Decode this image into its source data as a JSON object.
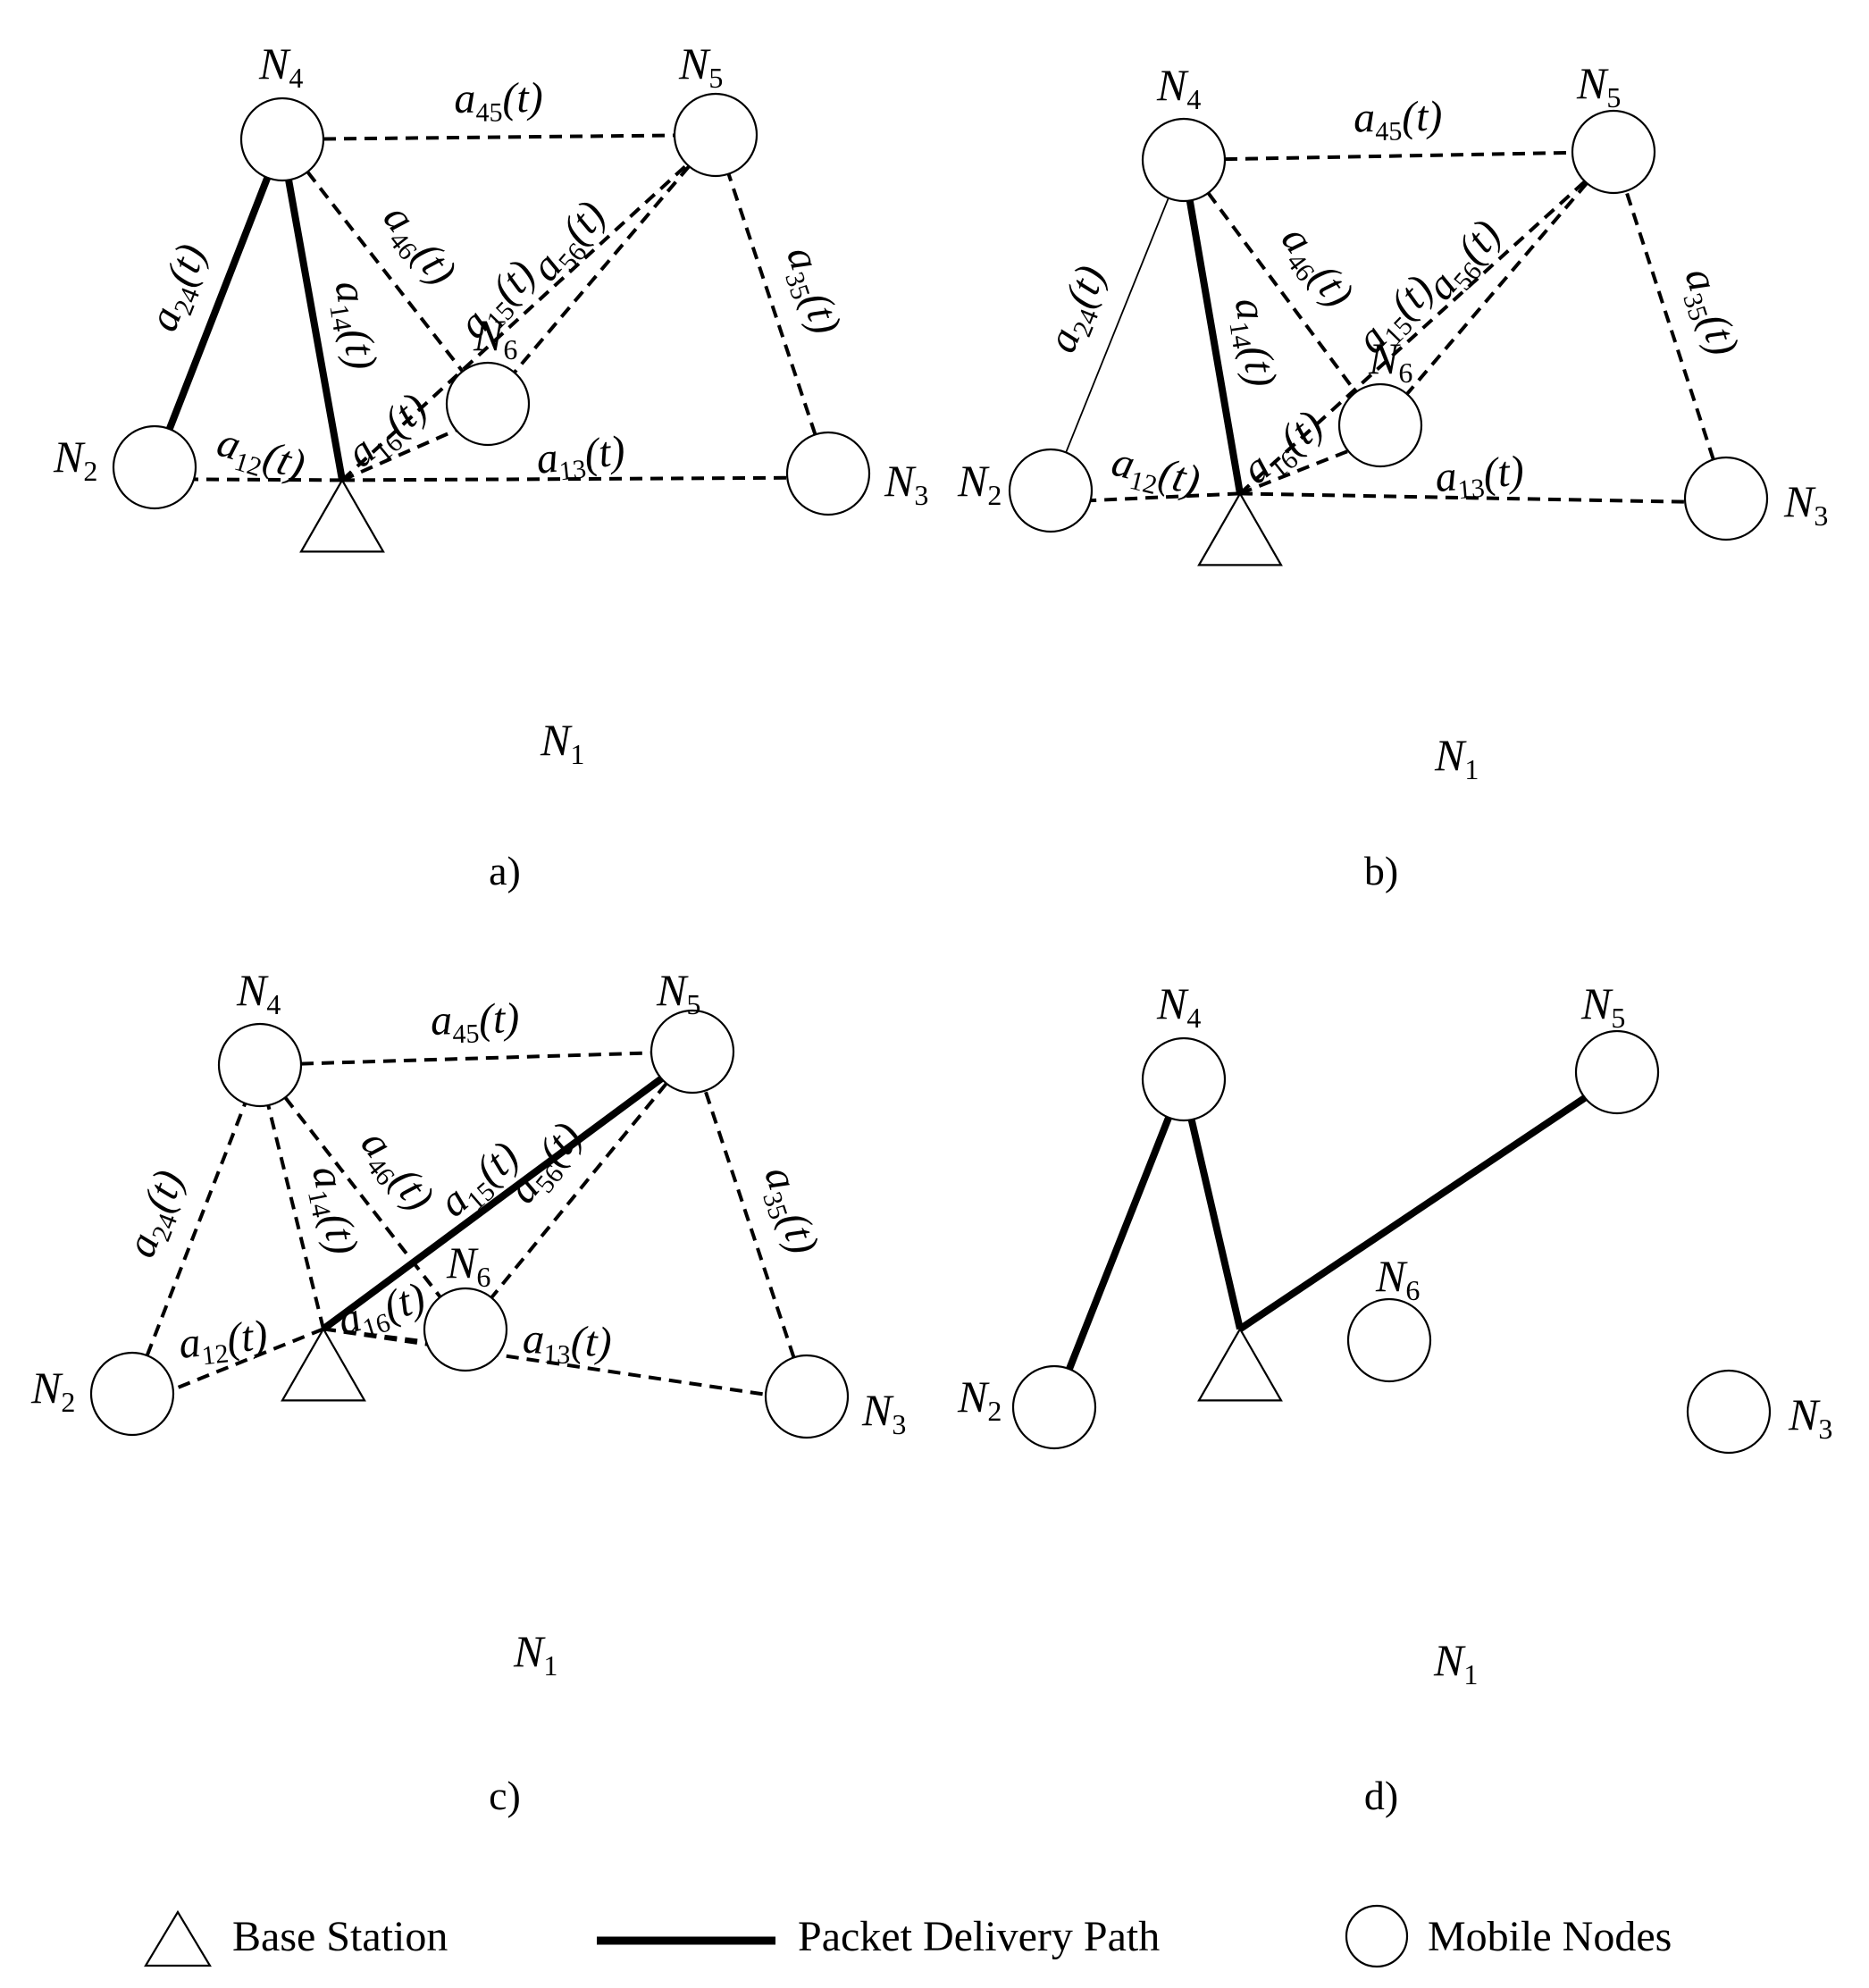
{
  "diagram": {
    "panels": [
      {
        "caption": "a)",
        "node_names": {
          "N1": "N",
          "N2": "N",
          "N3": "N",
          "N4": "N",
          "N5": "N",
          "N6": "N"
        },
        "node_subs": {
          "N1": "1",
          "N2": "2",
          "N3": "3",
          "N4": "4",
          "N5": "5",
          "N6": "6"
        },
        "edges": [
          {
            "id": "e12",
            "from": "N1",
            "to": "N2",
            "style": "dashed",
            "label": "a",
            "sub": "12",
            "arg": "(t)"
          },
          {
            "id": "e13",
            "from": "N1",
            "to": "N3",
            "style": "dashed",
            "label": "a",
            "sub": "13",
            "arg": "(t)"
          },
          {
            "id": "e14",
            "from": "N1",
            "to": "N4",
            "style": "path",
            "label": "a",
            "sub": "14",
            "arg": "(t)"
          },
          {
            "id": "e15",
            "from": "N1",
            "to": "N5",
            "style": "dashed",
            "label": "a",
            "sub": "15",
            "arg": "(t)"
          },
          {
            "id": "e16",
            "from": "N1",
            "to": "N6",
            "style": "dashed",
            "label": "a",
            "sub": "16",
            "arg": "(t)"
          },
          {
            "id": "e24",
            "from": "N2",
            "to": "N4",
            "style": "path",
            "label": "a",
            "sub": "24",
            "arg": "(t)"
          },
          {
            "id": "e35",
            "from": "N3",
            "to": "N5",
            "style": "dashed",
            "label": "a",
            "sub": "35",
            "arg": "(t)"
          },
          {
            "id": "e45",
            "from": "N4",
            "to": "N5",
            "style": "dashed",
            "label": "a",
            "sub": "45",
            "arg": "(t)"
          },
          {
            "id": "e46",
            "from": "N4",
            "to": "N6",
            "style": "dashed",
            "label": "a",
            "sub": "46",
            "arg": "(t)"
          },
          {
            "id": "e56",
            "from": "N5",
            "to": "N6",
            "style": "dashed",
            "label": "a",
            "sub": "56",
            "arg": "(t)"
          }
        ]
      },
      {
        "caption": "b)",
        "node_names": {
          "N1": "N",
          "N2": "N",
          "N3": "N",
          "N4": "N",
          "N5": "N",
          "N6": "N"
        },
        "node_subs": {
          "N1": "1",
          "N2": "2",
          "N3": "3",
          "N4": "4",
          "N5": "5",
          "N6": "6"
        },
        "edges": [
          {
            "id": "e12",
            "from": "N1",
            "to": "N2",
            "style": "dashed",
            "label": "a",
            "sub": "12",
            "arg": "(t)"
          },
          {
            "id": "e13",
            "from": "N1",
            "to": "N3",
            "style": "dashed",
            "label": "a",
            "sub": "13",
            "arg": "(t)"
          },
          {
            "id": "e14",
            "from": "N1",
            "to": "N4",
            "style": "path",
            "label": "a",
            "sub": "14",
            "arg": "(t)"
          },
          {
            "id": "e15",
            "from": "N1",
            "to": "N5",
            "style": "dashed",
            "label": "a",
            "sub": "15",
            "arg": "(t)"
          },
          {
            "id": "e16",
            "from": "N1",
            "to": "N6",
            "style": "dashed",
            "label": "a",
            "sub": "16",
            "arg": "(t)"
          },
          {
            "id": "e24",
            "from": "N2",
            "to": "N4",
            "style": "thin",
            "label": "a",
            "sub": "24",
            "arg": "(t)"
          },
          {
            "id": "e35",
            "from": "N3",
            "to": "N5",
            "style": "dashed",
            "label": "a",
            "sub": "35",
            "arg": "(t)"
          },
          {
            "id": "e45",
            "from": "N4",
            "to": "N5",
            "style": "dashed",
            "label": "a",
            "sub": "45",
            "arg": "(t)"
          },
          {
            "id": "e46",
            "from": "N4",
            "to": "N6",
            "style": "dashed",
            "label": "a",
            "sub": "46",
            "arg": "(t)"
          },
          {
            "id": "e56",
            "from": "N5",
            "to": "N6",
            "style": "dashed",
            "label": "a",
            "sub": "56",
            "arg": "(t)"
          }
        ]
      },
      {
        "caption": "c)",
        "node_names": {
          "N1": "N",
          "N2": "N",
          "N3": "N",
          "N4": "N",
          "N5": "N",
          "N6": "N"
        },
        "node_subs": {
          "N1": "1",
          "N2": "2",
          "N3": "3",
          "N4": "4",
          "N5": "5",
          "N6": "6"
        },
        "edges": [
          {
            "id": "e12",
            "from": "N1",
            "to": "N2",
            "style": "dashed",
            "label": "a",
            "sub": "12",
            "arg": "(t)"
          },
          {
            "id": "e13",
            "from": "N1",
            "to": "N3",
            "style": "dashed",
            "label": "a",
            "sub": "13",
            "arg": "(t)"
          },
          {
            "id": "e14",
            "from": "N1",
            "to": "N4",
            "style": "dashed",
            "label": "a",
            "sub": "14",
            "arg": "(t)"
          },
          {
            "id": "e15",
            "from": "N1",
            "to": "N5",
            "style": "path",
            "label": "a",
            "sub": "15",
            "arg": "(t)"
          },
          {
            "id": "e16",
            "from": "N1",
            "to": "N6",
            "style": "dashed",
            "label": "a",
            "sub": "16",
            "arg": "(t)"
          },
          {
            "id": "e24",
            "from": "N2",
            "to": "N4",
            "style": "dashed",
            "label": "a",
            "sub": "24",
            "arg": "(t)"
          },
          {
            "id": "e35",
            "from": "N3",
            "to": "N5",
            "style": "dashed",
            "label": "a",
            "sub": "35",
            "arg": "(t)"
          },
          {
            "id": "e45",
            "from": "N4",
            "to": "N5",
            "style": "dashed",
            "label": "a",
            "sub": "45",
            "arg": "(t)"
          },
          {
            "id": "e46",
            "from": "N4",
            "to": "N6",
            "style": "dashed",
            "label": "a",
            "sub": "46",
            "arg": "(t)"
          },
          {
            "id": "e56",
            "from": "N5",
            "to": "N6",
            "style": "dashed",
            "label": "a",
            "sub": "56",
            "arg": "(t)"
          }
        ]
      },
      {
        "caption": "d)",
        "node_names": {
          "N1": "N",
          "N2": "N",
          "N3": "N",
          "N4": "N",
          "N5": "N",
          "N6": "N"
        },
        "node_subs": {
          "N1": "1",
          "N2": "2",
          "N3": "3",
          "N4": "4",
          "N5": "5",
          "N6": "6"
        },
        "edges": [
          {
            "id": "e14",
            "from": "N1",
            "to": "N4",
            "style": "path",
            "label": "",
            "sub": "",
            "arg": ""
          },
          {
            "id": "e15",
            "from": "N1",
            "to": "N5",
            "style": "path",
            "label": "",
            "sub": "",
            "arg": ""
          },
          {
            "id": "e24",
            "from": "N2",
            "to": "N4",
            "style": "path",
            "label": "",
            "sub": "",
            "arg": ""
          }
        ]
      }
    ],
    "legend": {
      "base_station": "Base Station",
      "packet_path": "Packet Delivery Path",
      "mobile_nodes": "Mobile Nodes"
    },
    "colors": {
      "ink": "#000000",
      "background": "#ffffff"
    }
  }
}
